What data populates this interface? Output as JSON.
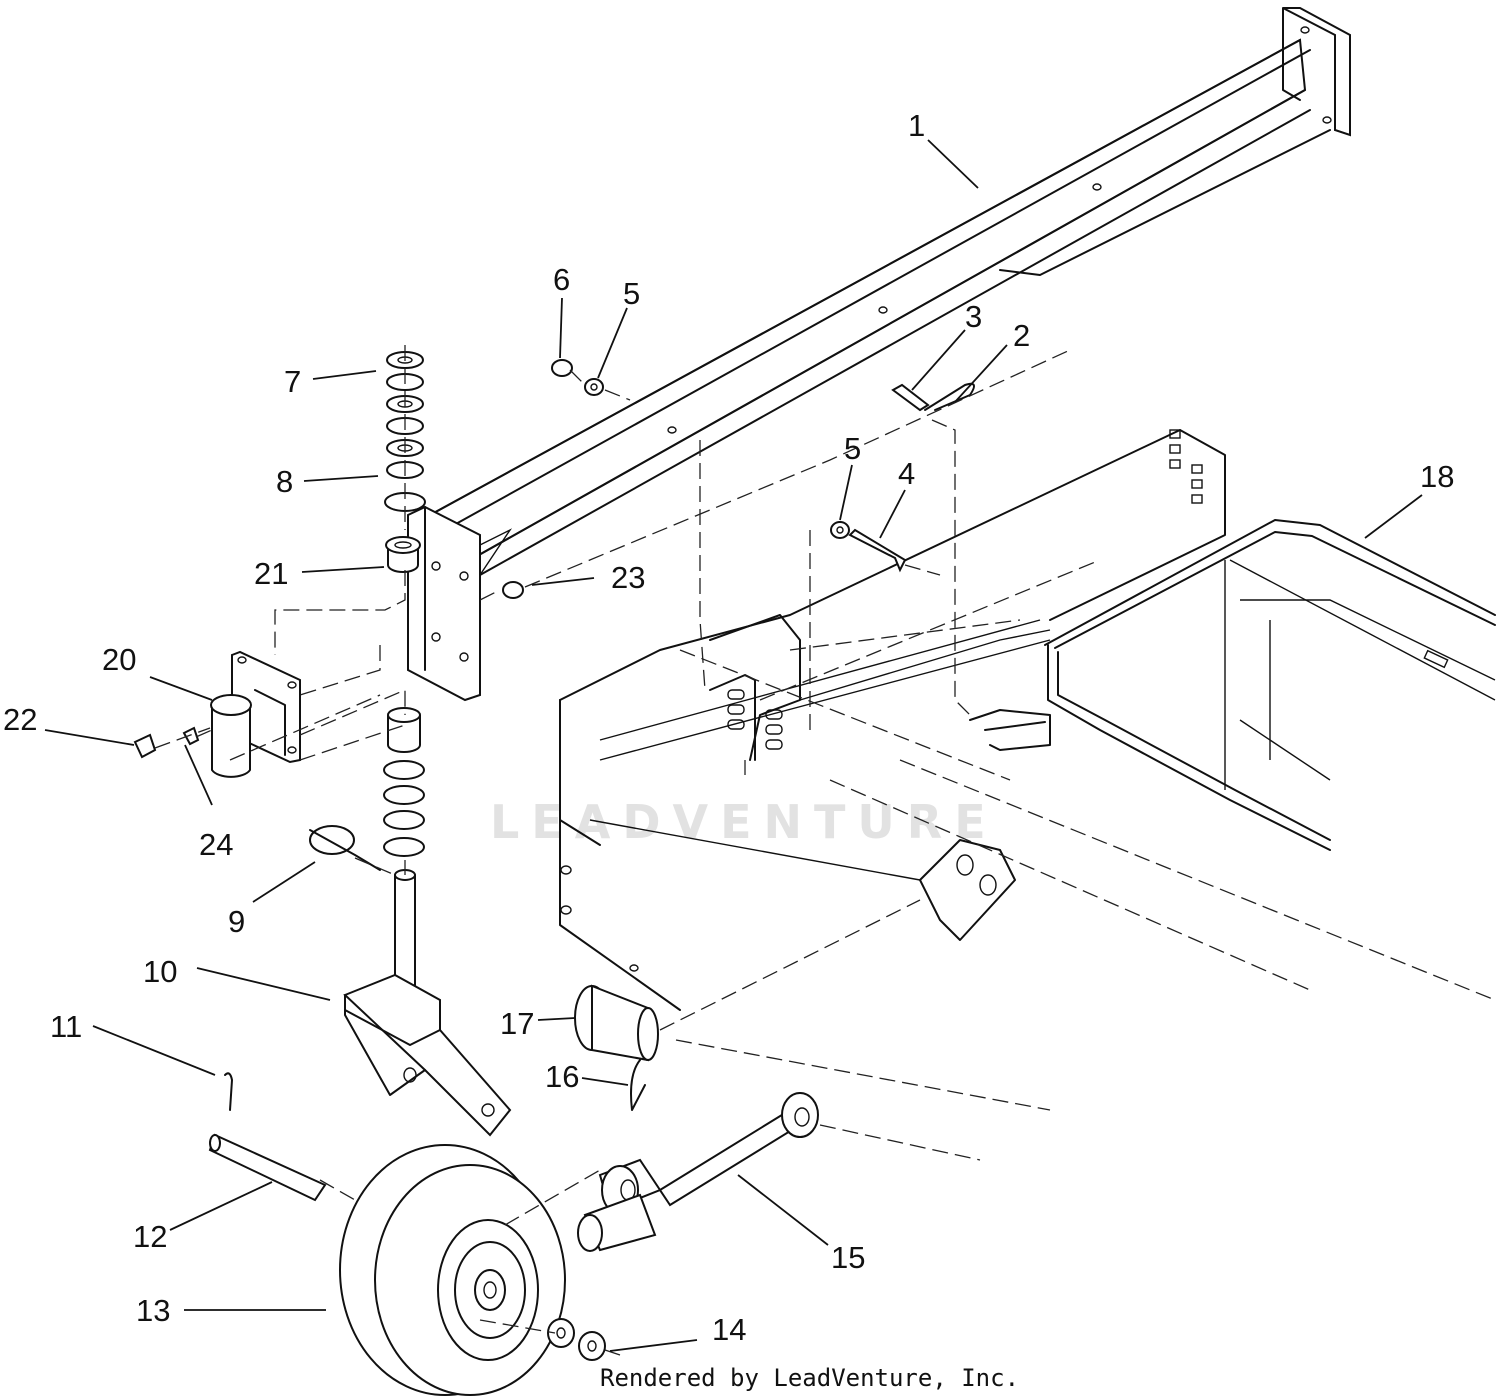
{
  "callouts": [
    {
      "id": "c1",
      "label": "1"
    },
    {
      "id": "c2",
      "label": "2"
    },
    {
      "id": "c3",
      "label": "3"
    },
    {
      "id": "c4",
      "label": "4"
    },
    {
      "id": "c5a",
      "label": "5"
    },
    {
      "id": "c5b",
      "label": "5"
    },
    {
      "id": "c6",
      "label": "6"
    },
    {
      "id": "c7",
      "label": "7"
    },
    {
      "id": "c8",
      "label": "8"
    },
    {
      "id": "c9",
      "label": "9"
    },
    {
      "id": "c10",
      "label": "10"
    },
    {
      "id": "c11",
      "label": "11"
    },
    {
      "id": "c12",
      "label": "12"
    },
    {
      "id": "c13",
      "label": "13"
    },
    {
      "id": "c14",
      "label": "14"
    },
    {
      "id": "c15",
      "label": "15"
    },
    {
      "id": "c16",
      "label": "16"
    },
    {
      "id": "c17",
      "label": "17"
    },
    {
      "id": "c18",
      "label": "18"
    },
    {
      "id": "c20",
      "label": "20"
    },
    {
      "id": "c21",
      "label": "21"
    },
    {
      "id": "c22",
      "label": "22"
    },
    {
      "id": "c23",
      "label": "23"
    },
    {
      "id": "c24",
      "label": "24"
    }
  ],
  "watermark": "LEADVENTURE",
  "credit": "Rendered by LeadVenture, Inc."
}
